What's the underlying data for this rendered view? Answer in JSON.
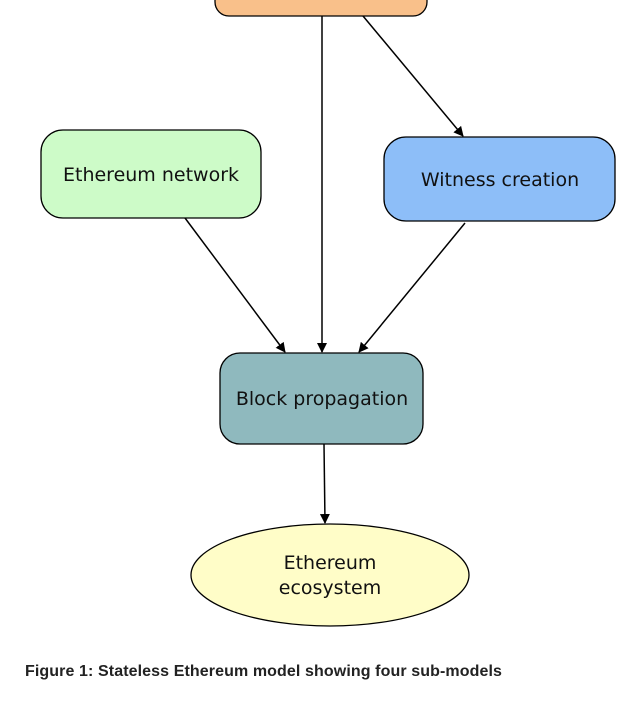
{
  "diagram": {
    "nodes": {
      "top_node": {
        "label": "",
        "fill": "#F9C08A"
      },
      "ethereum_network": {
        "label": "Ethereum network",
        "fill": "#CDFBC8"
      },
      "witness_creation": {
        "label": "Witness creation",
        "fill": "#8DBEF8"
      },
      "block_propagation": {
        "label": "Block propagation",
        "fill": "#8FB9BE"
      },
      "ethereum_ecosystem": {
        "label_line1": "Ethereum",
        "label_line2": "ecosystem",
        "fill": "#FFFDC8"
      }
    },
    "edges": [
      {
        "from": "top_node",
        "to": "block_propagation"
      },
      {
        "from": "top_node",
        "to": "witness_creation"
      },
      {
        "from": "ethereum_network",
        "to": "block_propagation"
      },
      {
        "from": "witness_creation",
        "to": "block_propagation"
      },
      {
        "from": "block_propagation",
        "to": "ethereum_ecosystem"
      }
    ]
  },
  "caption": "Figure 1: Stateless Ethereum model showing four sub-models"
}
